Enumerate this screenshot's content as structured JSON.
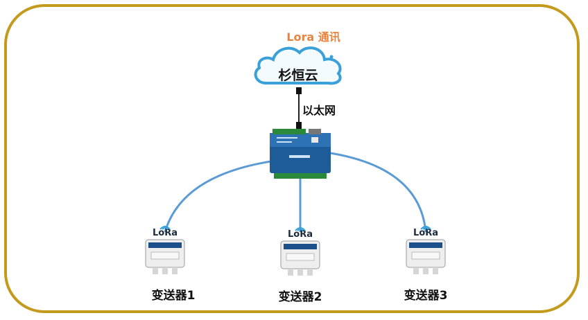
{
  "title": "Lora 通讯",
  "cloud_label": "杉恒云",
  "link_label": "以太网",
  "lora_label": "LoRa",
  "transmitters": [
    {
      "label": "变送器1"
    },
    {
      "label": "变送器2"
    },
    {
      "label": "变送器3"
    }
  ],
  "colors": {
    "frame": "#c49a1c",
    "title": "#e9843f",
    "link": "#5b9bd5",
    "cloud_stroke": "#3aa0d8",
    "gateway": "#1d5c99"
  }
}
